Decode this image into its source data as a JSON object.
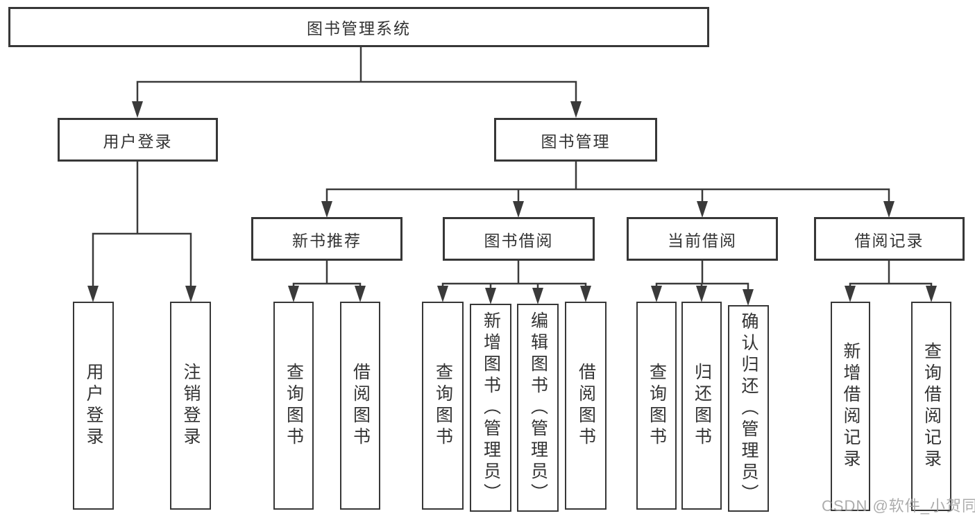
{
  "diagram": {
    "type": "tree",
    "root": {
      "label": "图书管理系统",
      "children": [
        {
          "label": "用户登录",
          "children": [
            {
              "label": "用户登录"
            },
            {
              "label": "注销登录"
            }
          ]
        },
        {
          "label": "图书管理",
          "children": [
            {
              "label": "新书推荐",
              "children": [
                {
                  "label": "查询图书"
                },
                {
                  "label": "借阅图书"
                }
              ]
            },
            {
              "label": "图书借阅",
              "children": [
                {
                  "label": "查询图书"
                },
                {
                  "label": "新增图书（管理员）"
                },
                {
                  "label": "编辑图书（管理员）"
                },
                {
                  "label": "借阅图书"
                }
              ]
            },
            {
              "label": "当前借阅",
              "children": [
                {
                  "label": "查询图书"
                },
                {
                  "label": "归还图书"
                },
                {
                  "label": "确认归还（管理员）"
                }
              ]
            },
            {
              "label": "借阅记录",
              "children": [
                {
                  "label": "新增借阅记录"
                },
                {
                  "label": "查询借阅记录"
                }
              ]
            }
          ]
        }
      ]
    },
    "watermark": "CSDN @软件_小贺同学",
    "colors": {
      "line": "#3a3a3a",
      "box_border": "#373737",
      "text": "#333333",
      "watermark": "#9e9e9e",
      "background": "#ffffff"
    }
  }
}
